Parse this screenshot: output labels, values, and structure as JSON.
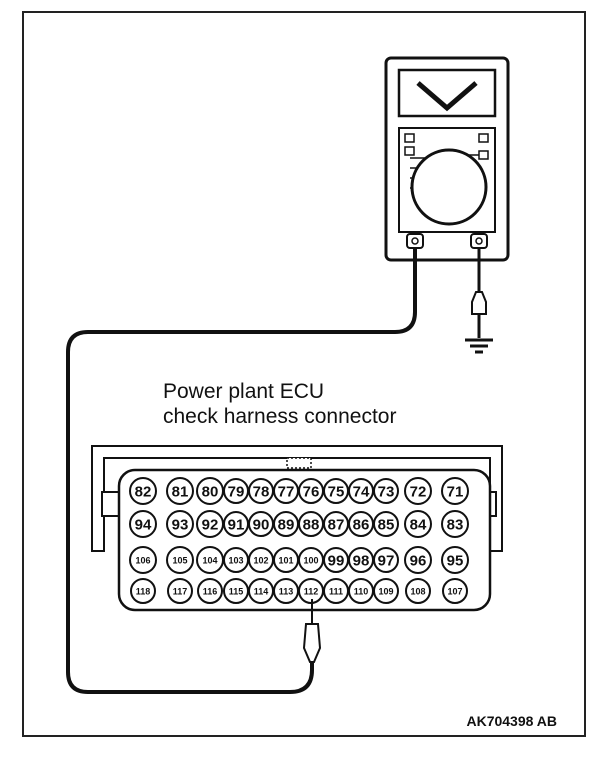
{
  "diagram": {
    "caption_line1": "Power plant ECU",
    "caption_line2": "check harness connector",
    "reference_code": "AK704398 AB",
    "meter_display_symbol": "V",
    "probe_pin": "112",
    "icons": [
      "multimeter-icon",
      "ground-symbol-icon",
      "test-probe-icon"
    ],
    "connector_rows": [
      [
        "82",
        "81",
        "80",
        "79",
        "78",
        "77",
        "76",
        "75",
        "74",
        "73",
        "72",
        "71"
      ],
      [
        "94",
        "93",
        "92",
        "91",
        "90",
        "89",
        "88",
        "87",
        "86",
        "85",
        "84",
        "83"
      ],
      [
        "106",
        "105",
        "104",
        "103",
        "102",
        "101",
        "100",
        "99",
        "98",
        "97",
        "96",
        "95"
      ],
      [
        "118",
        "117",
        "116",
        "115",
        "114",
        "113",
        "112",
        "111",
        "110",
        "109",
        "108",
        "107"
      ]
    ]
  }
}
